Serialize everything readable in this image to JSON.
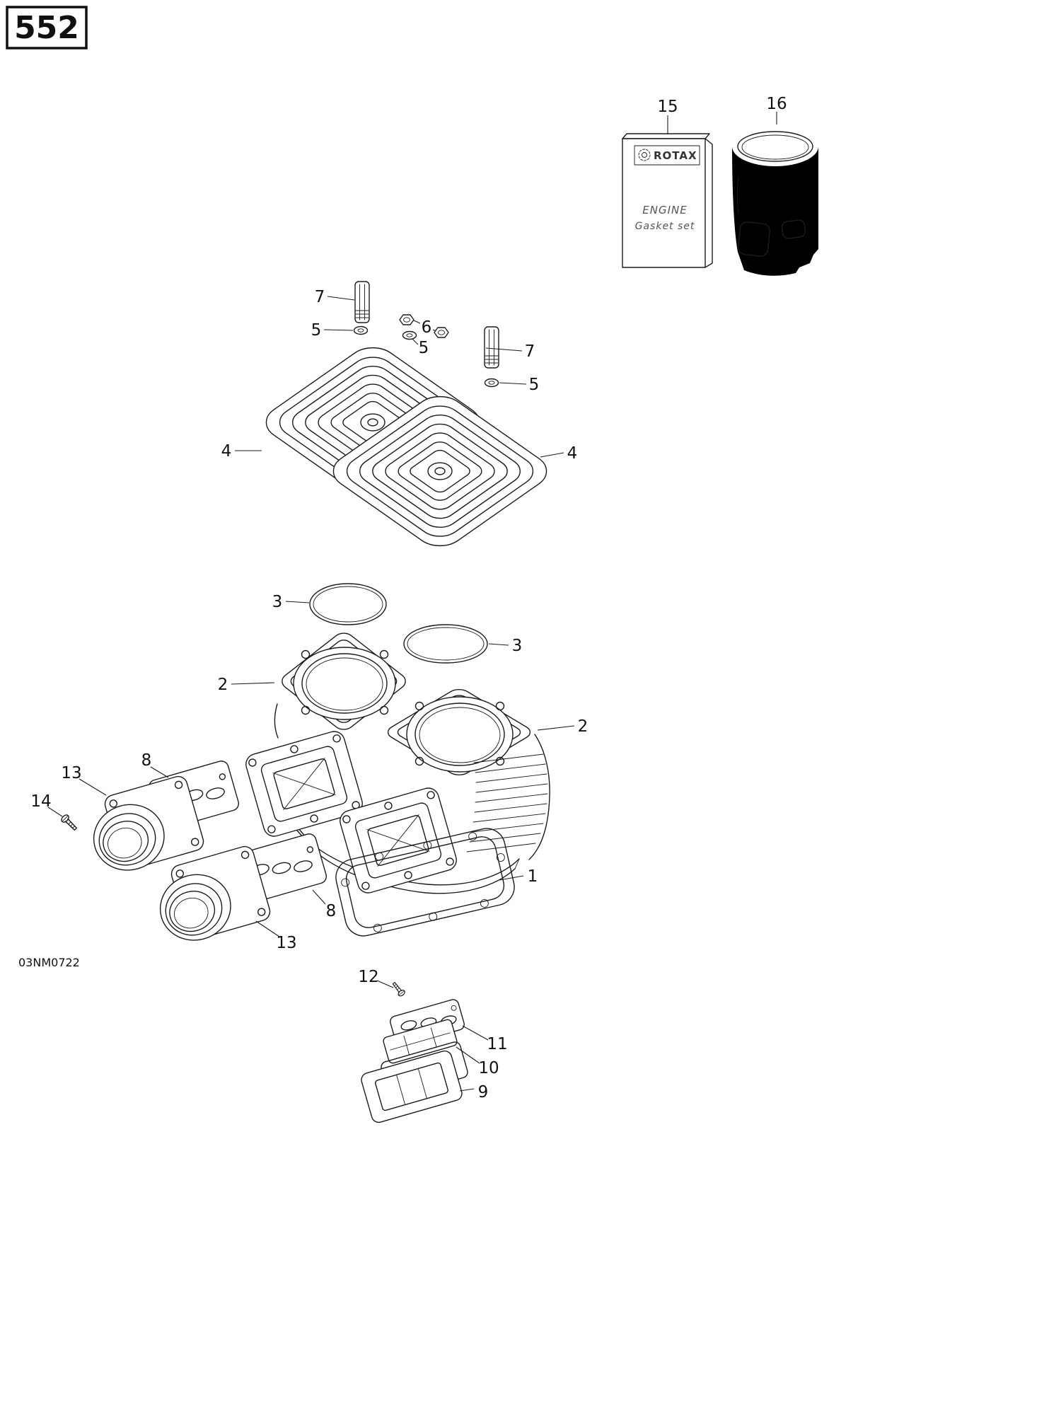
{
  "page": {
    "model_number": "552",
    "drawing_code": "03NM0722",
    "background_color": "#ffffff",
    "line_color": "#1c1c1c"
  },
  "gasket_kit_label": {
    "brand": "ROTAX",
    "line1": "ENGINE",
    "line2": "Gasket set"
  },
  "callouts": [
    {
      "part": "engine-gasket-set",
      "label": "15"
    },
    {
      "part": "cylinder-sleeve",
      "label": "16"
    },
    {
      "part": "stud-upper",
      "label": "7"
    },
    {
      "part": "washer-upper",
      "label": "5"
    },
    {
      "part": "hex-nuts",
      "label": "6"
    },
    {
      "part": "washer-middle",
      "label": "5"
    },
    {
      "part": "stud-lower",
      "label": "7"
    },
    {
      "part": "washer-lower",
      "label": "5"
    },
    {
      "part": "cylinder-head-left",
      "label": "4"
    },
    {
      "part": "cylinder-head-right",
      "label": "4"
    },
    {
      "part": "o-ring-upper",
      "label": "3"
    },
    {
      "part": "o-ring-lower",
      "label": "3"
    },
    {
      "part": "cylinder-left",
      "label": "2"
    },
    {
      "part": "cylinder-right",
      "label": "2"
    },
    {
      "part": "gasket-plate-upper",
      "label": "8"
    },
    {
      "part": "intake-flange-upper",
      "label": "13"
    },
    {
      "part": "screw",
      "label": "14"
    },
    {
      "part": "gasket-plate-lower",
      "label": "8"
    },
    {
      "part": "intake-flange-lower",
      "label": "13"
    },
    {
      "part": "base-gasket",
      "label": "1"
    },
    {
      "part": "reed-screw",
      "label": "12"
    },
    {
      "part": "reed-stopper",
      "label": "11"
    },
    {
      "part": "reed-petal",
      "label": "10"
    },
    {
      "part": "reed-valve-body",
      "label": "9"
    }
  ]
}
